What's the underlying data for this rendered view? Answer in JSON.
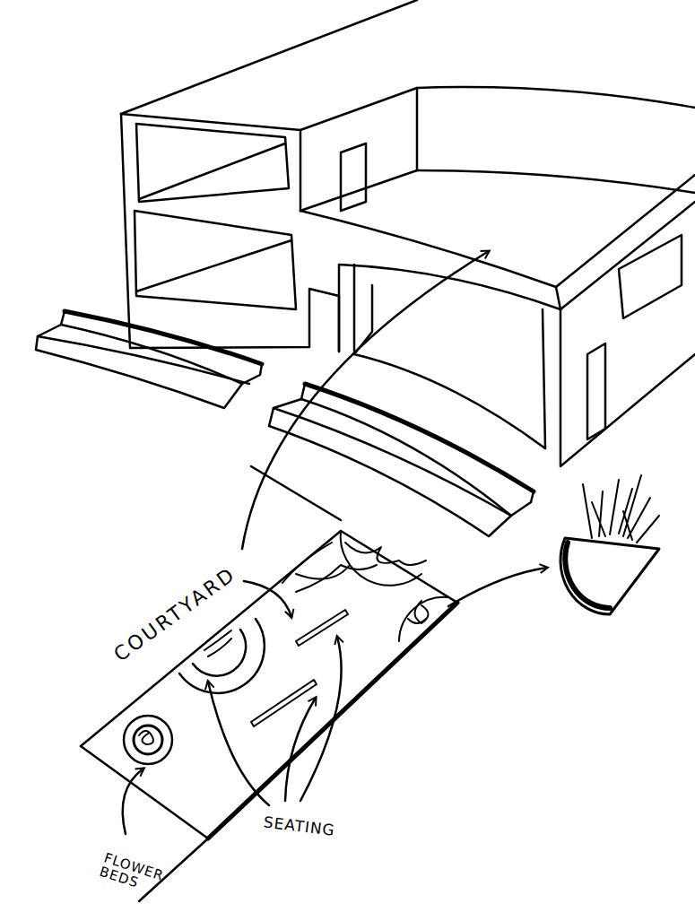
{
  "diagram": {
    "labels": [
      "COURTYARD",
      "SEATING",
      "FLOWER BEDS"
    ]
  }
}
